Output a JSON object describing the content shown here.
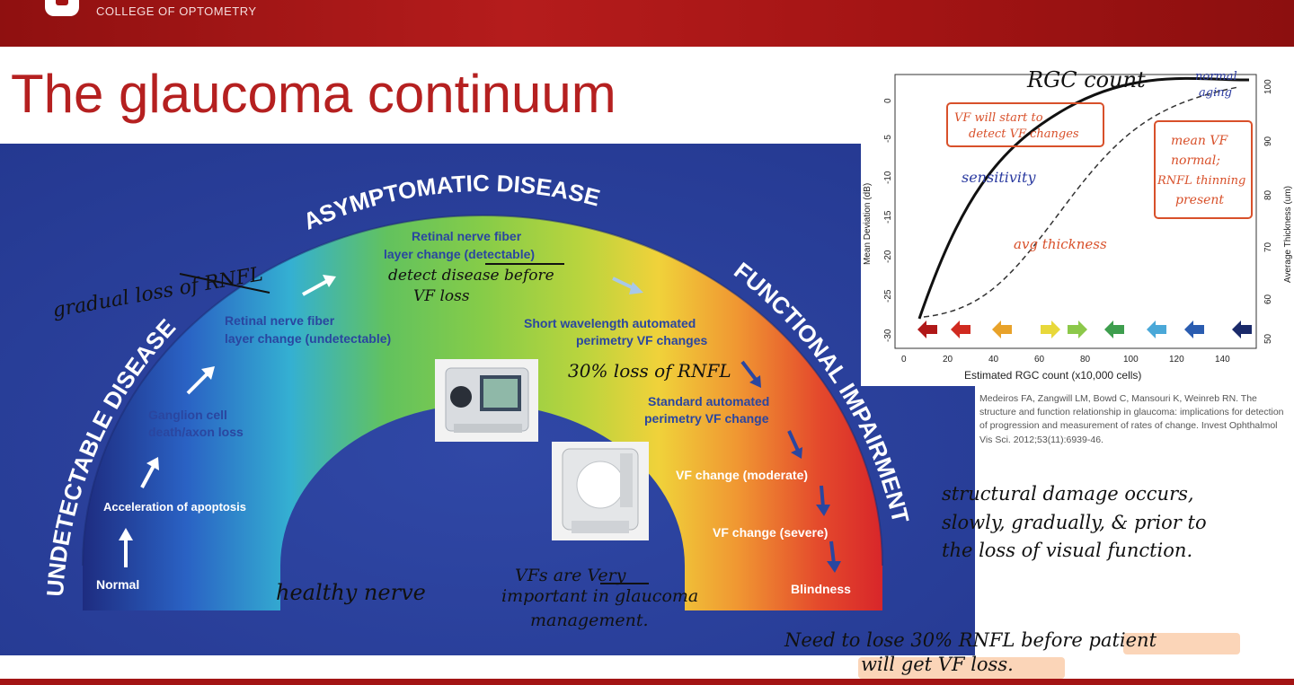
{
  "header": {
    "college": "COLLEGE OF OPTOMETRY"
  },
  "slide": {
    "title": "The glaucoma continuum"
  },
  "diagram": {
    "arc_labels": {
      "left": "UNDETECTABLE DISEASE",
      "top": "ASYMPTOMATIC DISEASE",
      "right": "FUNCTIONAL IMPAIRMENT"
    },
    "stages": [
      "Normal",
      "Acceleration of apoptosis",
      "Ganglion cell",
      "death/axon loss",
      "Retinal nerve fiber",
      "layer change (undetectable)",
      "Retinal nerve fiber",
      "layer change (detectable)",
      "Short wavelength automated",
      "perimetry VF changes",
      "Standard automated",
      "perimetry VF change",
      "VF change (moderate)",
      "VF change (severe)",
      "Blindness"
    ]
  },
  "graph": {
    "y_left_label": "Mean Deviation (dB)",
    "y_right_label": "Average Thickness (um)",
    "x_label": "Estimated RGC count (x10,000 cells)",
    "x_ticks": [
      "0",
      "20",
      "40",
      "60",
      "80",
      "100",
      "120",
      "140"
    ],
    "y_left_ticks": [
      "0",
      "-5",
      "-10",
      "-15",
      "-20",
      "-25",
      "-30"
    ],
    "y_right_ticks": [
      "100",
      "90",
      "80",
      "70",
      "60",
      "50"
    ],
    "arrow_colors": [
      "#b01818",
      "#d02a20",
      "#e8a22a",
      "#e8d83a",
      "#8cc84a",
      "#3e9e4e",
      "#4aa8d8",
      "#2a5cb0",
      "#1a2a6a"
    ]
  },
  "citation": "Medeiros FA, Zangwill LM, Bowd C, Mansouri K, Weinreb RN. The structure and function relationship in glaucoma: implications for detection of progression and measurement of rates of change. Invest Ophthalmol Vis Sci. 2012;53(11):6939-46.",
  "handwritten": {
    "gradual": "gradual loss of RNFL",
    "detect": "detect disease before",
    "detect2": "VF loss",
    "thirty": "30% loss of RNFL",
    "healthy": "healthy nerve",
    "vfs1": "VFs are Very",
    "vfs2": "important in glaucoma",
    "vfs3": "management.",
    "rgc": "RGC count",
    "normal_aging": "normal",
    "normal_aging2": "aging",
    "vf_box1": "VF will start to",
    "vf_box2": "detect VF changes",
    "sensitivity": "sensitivity",
    "thickness": "avg thickness",
    "box2_1": "mean VF",
    "box2_2": "normal;",
    "box2_3": "RNFL thinning",
    "box2_4": "present",
    "structural": [
      "structural damage occurs,",
      "slowly, gradually, & prior to",
      "the loss of visual function."
    ],
    "bottom": [
      "Need to lose 30% RNFL before patient",
      "will get VF loss."
    ]
  }
}
